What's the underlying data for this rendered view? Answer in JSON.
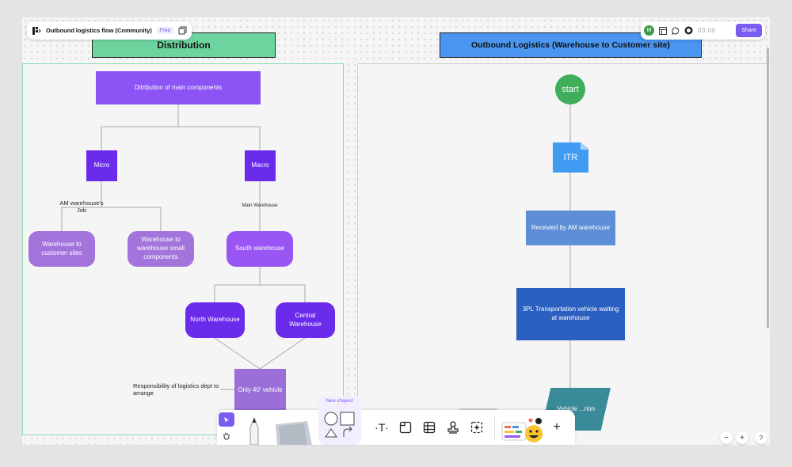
{
  "file": {
    "title": "Outbound logistics flow (Community)",
    "plan_badge": "Free"
  },
  "header_right": {
    "avatar_initial": "M",
    "timer": "03:00",
    "share_label": "Share",
    "accent": "#7b5cf0"
  },
  "distribution": {
    "title": "Distribution",
    "nodes": {
      "main": "Ditribution of main components",
      "micro": "Micro",
      "macro": "Macro",
      "wh_to_customer": "Warehouse to customer sites",
      "wh_to_wh": "Warehouse to warehouse small components",
      "south": "South warehouse",
      "north": "North Warehouse",
      "central": "Central Warehouse",
      "vehicle": "Only 40' vehicle"
    },
    "labels": {
      "am_job": "AM warehouse's Job",
      "main_wh": "Main Warehouse",
      "responsibility": "Responsibility of logistics dept to arrange"
    }
  },
  "outbound": {
    "title": "Outbound Logistics (Warehouse to Customer site)",
    "nodes": {
      "start": "start",
      "itr": "ITR",
      "received": "Recevied by AM warehouse",
      "transport": "3PL Transportation vehicle waiting at warehouse",
      "vehicle": "Vehicle ...rion"
    }
  },
  "bottom_toolbar": {
    "new_shapes_tag": "New shapes!",
    "tools": [
      "move-tool",
      "hand-tool",
      "pen-tool",
      "sticky-tool",
      "shapes-tool",
      "text-tool",
      "section-tool",
      "table-tool",
      "stamp-tool",
      "ai-tool",
      "widgets-tool",
      "add-tool"
    ]
  },
  "zoom": {
    "minus": "−",
    "plus": "+",
    "help": "?"
  }
}
